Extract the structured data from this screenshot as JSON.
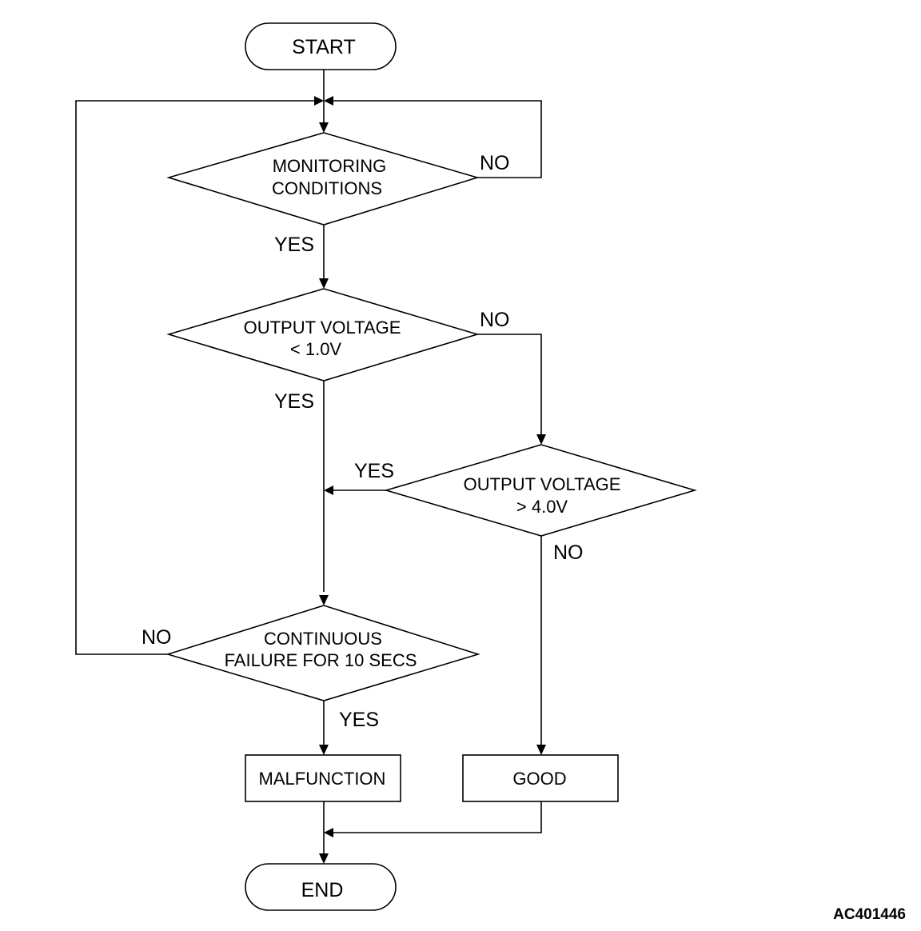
{
  "flowchart": {
    "start": "START",
    "end": "END",
    "decision_monitoring": {
      "line1": "MONITORING",
      "line2": "CONDITIONS"
    },
    "decision_low": {
      "line1": "OUTPUT VOLTAGE",
      "line2": "< 1.0V"
    },
    "decision_high": {
      "line1": "OUTPUT VOLTAGE",
      "line2": "> 4.0V"
    },
    "decision_continuous": {
      "line1": "CONTINUOUS",
      "line2": "FAILURE FOR 10 SECS"
    },
    "malfunction": "MALFUNCTION",
    "good": "GOOD",
    "yes": "YES",
    "no": "NO"
  },
  "figure_code": "AC401446"
}
